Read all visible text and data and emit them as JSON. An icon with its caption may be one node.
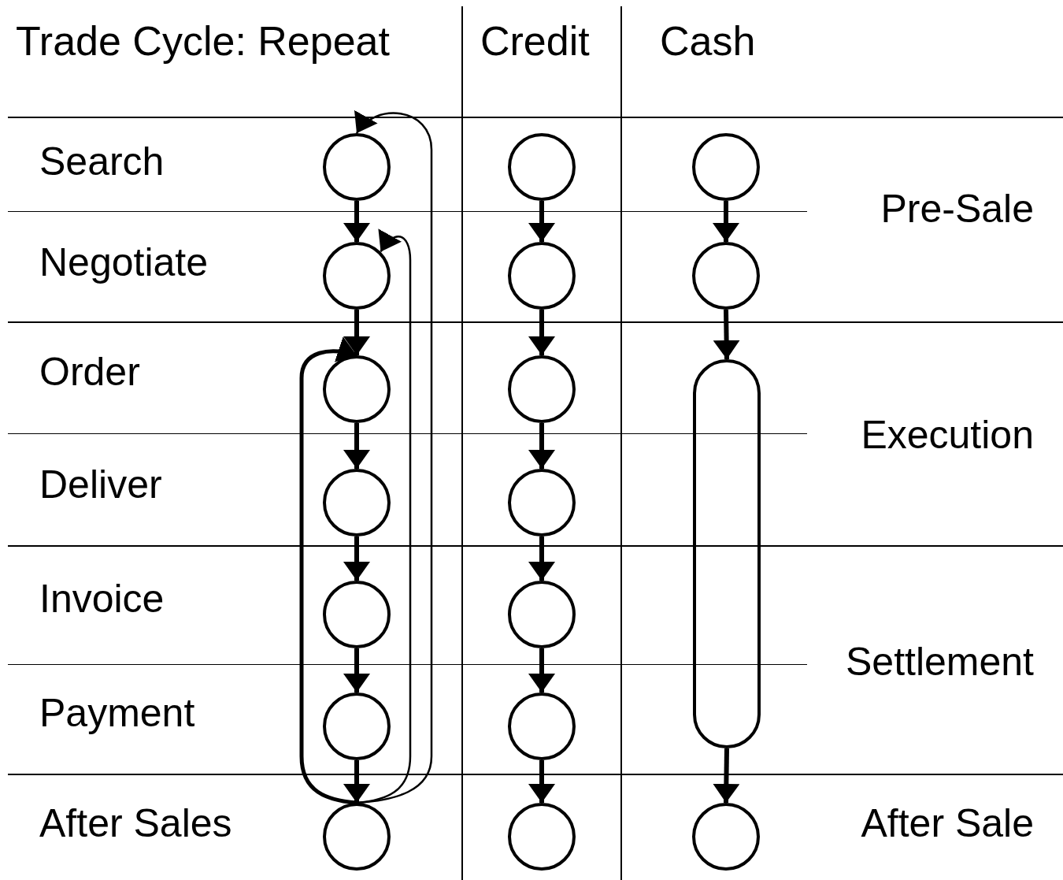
{
  "diagram": {
    "nodes": [
      {
        "text": [],
        "shape": "circle"
      },
      {
        "text": [],
        "shape": "circle"
      },
      {
        "text": [],
        "shape": "circle"
      },
      {
        "text": [],
        "shape": "circle"
      },
      {
        "text": [],
        "shape": "circle"
      },
      {
        "text": [],
        "shape": "circle"
      },
      {
        "text": [],
        "shape": "circle"
      },
      {
        "text": [],
        "shape": "circle"
      },
      {
        "text": [],
        "shape": "capsule"
      },
      {
        "text": [],
        "shape": "circle"
      },
      {
        "text": [],
        "shape": "circle"
      },
      {
        "text": [],
        "shape": "circle"
      },
      {
        "text": [],
        "shape": "circle"
      },
      {
        "text": [],
        "shape": "circle"
      },
      {
        "text": [],
        "shape": "circle"
      },
      {
        "text": [],
        "shape": "circle"
      },
      {
        "text": [],
        "shape": "circle"
      },
      {
        "text": [],
        "shape": "circle"
      }
    ],
    "edges": [
      {
        "from": 0,
        "to": 3,
        "arrow": "to"
      },
      {
        "from": 3,
        "to": 6,
        "arrow": "to"
      },
      {
        "from": 6,
        "to": 9,
        "arrow": "to"
      },
      {
        "from": 9,
        "to": 11,
        "arrow": "to"
      },
      {
        "from": 11,
        "to": 13,
        "arrow": "to"
      },
      {
        "from": 13,
        "to": 15,
        "arrow": "to"
      },
      {
        "from": 1,
        "to": 4,
        "arrow": "to"
      },
      {
        "from": 4,
        "to": 7,
        "arrow": "to"
      },
      {
        "from": 7,
        "to": 10,
        "arrow": "to"
      },
      {
        "from": 10,
        "to": 12,
        "arrow": "to"
      },
      {
        "from": 12,
        "to": 14,
        "arrow": "to"
      },
      {
        "from": 14,
        "to": 16,
        "arrow": "to"
      },
      {
        "from": 2,
        "to": 5,
        "arrow": "to"
      },
      {
        "from": 5,
        "to": 8,
        "arrow": "to"
      },
      {
        "from": 8,
        "to": 17,
        "arrow": "to"
      },
      {
        "from": 15,
        "to": 0,
        "arrow": "to"
      },
      {
        "from": 15,
        "to": 3,
        "arrow": "to"
      },
      {
        "from": 15,
        "to": 6,
        "arrow": "to"
      }
    ],
    "labels": [
      "Trade Cycle: Repeat",
      "Credit",
      "Cash",
      "Search",
      "Pre-Sale",
      "Negotiate",
      "Order",
      "Execution",
      "Deliver",
      "Invoice",
      "Settlement",
      "Payment",
      "After Sales",
      "After Sale"
    ]
  }
}
